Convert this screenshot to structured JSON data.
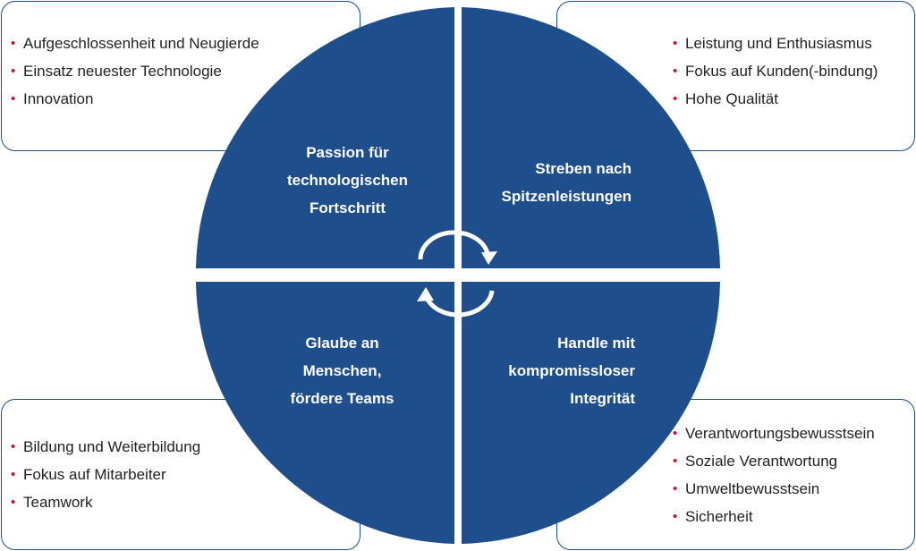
{
  "colors": {
    "quadrant_fill": "#1f4e8c",
    "bullet": "#c8102e",
    "box_border": "#1f4e8c",
    "arrows": "#ffffff"
  },
  "boxes": {
    "top_left": {
      "items": [
        "Aufgeschlossenheit  und Neugierde",
        "Einsatz neuester Technologie",
        "Innovation"
      ]
    },
    "top_right": {
      "items": [
        "Leistung und Enthusiasmus",
        "Fokus auf Kunden(-bindung)",
        "Hohe Qualität"
      ]
    },
    "bottom_left": {
      "items": [
        "Bildung und Weiterbildung",
        "Fokus auf Mitarbeiter",
        "Teamwork"
      ]
    },
    "bottom_right": {
      "items": [
        "Verantwortungsbewusstsein",
        "Soziale Verantwortung",
        "Umweltbewusstsein",
        "Sicherheit"
      ]
    }
  },
  "quadrants": {
    "top_left": {
      "lines": [
        "Passion für",
        "technologischen",
        "Fortschritt"
      ]
    },
    "top_right": {
      "lines": [
        "Streben nach",
        "Spitzenleistungen"
      ]
    },
    "bottom_left": {
      "lines": [
        "Glaube an",
        "Menschen,",
        "fördere Teams"
      ]
    },
    "bottom_right": {
      "lines": [
        "Handle mit",
        "kompromissloser",
        "Integrität"
      ]
    }
  },
  "center_icon": "cycle-arrows-icon"
}
